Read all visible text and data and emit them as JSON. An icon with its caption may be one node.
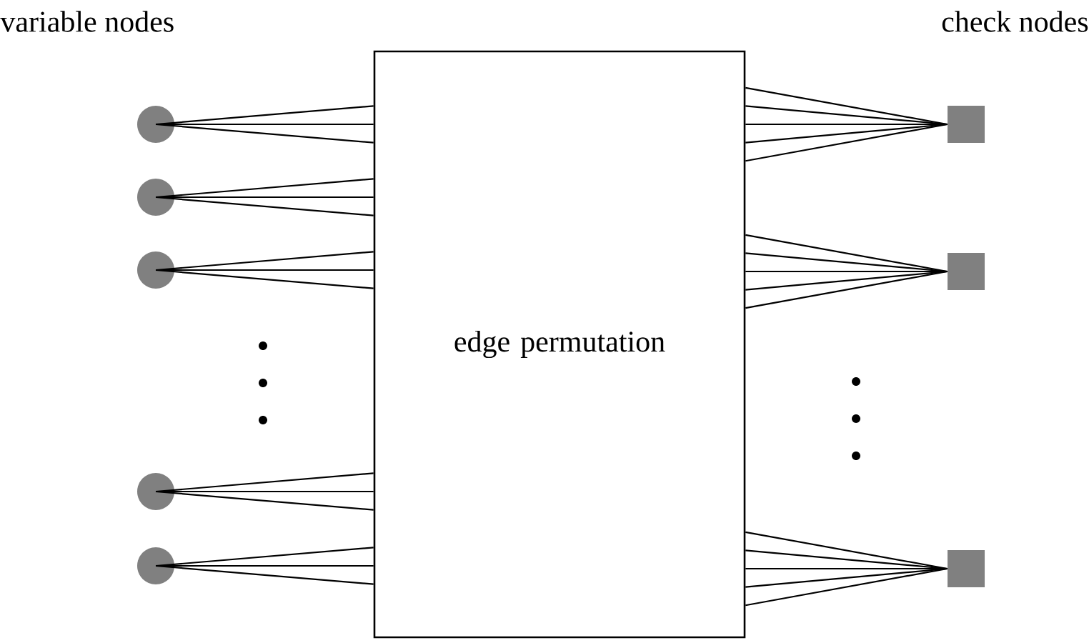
{
  "diagram": {
    "nodes": [
      {
        "text": [],
        "shape": "circle"
      },
      {
        "text": [],
        "shape": "circle"
      },
      {
        "text": [],
        "shape": "circle"
      },
      {
        "text": [],
        "shape": "circle"
      },
      {
        "text": [],
        "shape": "circle"
      },
      {
        "text": [
          "edge permutation"
        ]
      },
      {
        "text": [],
        "shape": "box"
      },
      {
        "text": [],
        "shape": "box"
      },
      {
        "text": [],
        "shape": "box"
      }
    ],
    "edges": [
      {
        "from": 0,
        "to": 5,
        "arrow": "none"
      },
      {
        "from": 0,
        "to": 5,
        "arrow": "none"
      },
      {
        "from": 0,
        "to": 5,
        "arrow": "none"
      },
      {
        "from": 1,
        "to": 5,
        "arrow": "none"
      },
      {
        "from": 1,
        "to": 5,
        "arrow": "none"
      },
      {
        "from": 1,
        "to": 5,
        "arrow": "none"
      },
      {
        "from": 2,
        "to": 5,
        "arrow": "none"
      },
      {
        "from": 2,
        "to": 5,
        "arrow": "none"
      },
      {
        "from": 2,
        "to": 5,
        "arrow": "none"
      },
      {
        "from": 3,
        "to": 5,
        "arrow": "none"
      },
      {
        "from": 3,
        "to": 5,
        "arrow": "none"
      },
      {
        "from": 3,
        "to": 5,
        "arrow": "none"
      },
      {
        "from": 4,
        "to": 5,
        "arrow": "none"
      },
      {
        "from": 4,
        "to": 5,
        "arrow": "none"
      },
      {
        "from": 4,
        "to": 5,
        "arrow": "none"
      },
      {
        "from": 5,
        "to": 6,
        "arrow": "none"
      },
      {
        "from": 5,
        "to": 6,
        "arrow": "none"
      },
      {
        "from": 5,
        "to": 6,
        "arrow": "none"
      },
      {
        "from": 5,
        "to": 6,
        "arrow": "none"
      },
      {
        "from": 5,
        "to": 6,
        "arrow": "none"
      },
      {
        "from": 5,
        "to": 7,
        "arrow": "none"
      },
      {
        "from": 5,
        "to": 7,
        "arrow": "none"
      },
      {
        "from": 5,
        "to": 7,
        "arrow": "none"
      },
      {
        "from": 5,
        "to": 7,
        "arrow": "none"
      },
      {
        "from": 5,
        "to": 7,
        "arrow": "none"
      },
      {
        "from": 5,
        "to": 8,
        "arrow": "none"
      },
      {
        "from": 5,
        "to": 8,
        "arrow": "none"
      },
      {
        "from": 5,
        "to": 8,
        "arrow": "none"
      },
      {
        "from": 5,
        "to": 8,
        "arrow": "none"
      },
      {
        "from": 5,
        "to": 8,
        "arrow": "none"
      }
    ],
    "labels": [
      "variable nodes",
      "check nodes"
    ]
  }
}
